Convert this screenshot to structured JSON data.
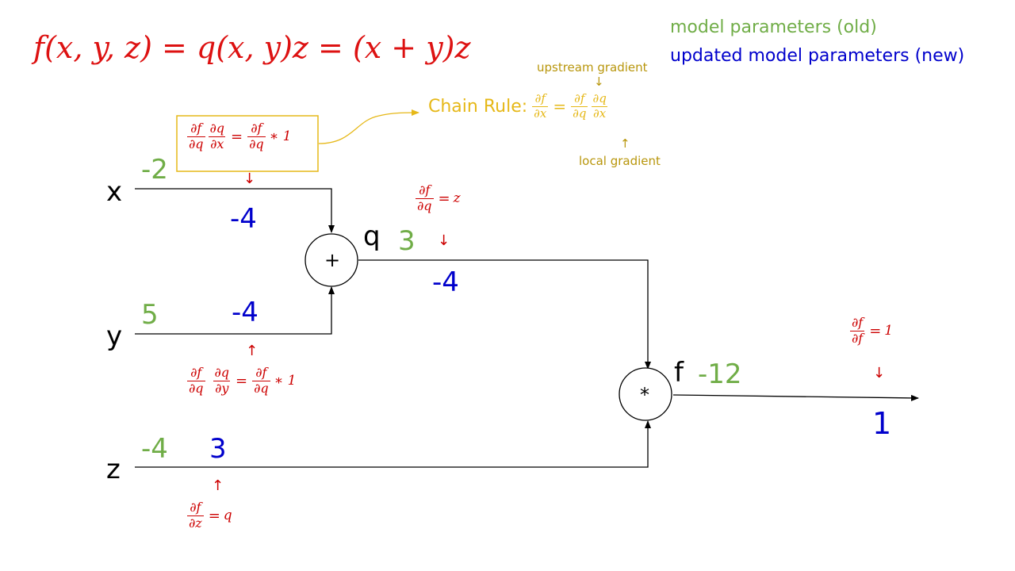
{
  "formula": "f(x, y, z) = q(x, y)z = (x + y)z",
  "legend": {
    "old": "model parameters (old)",
    "new": "updated model parameters (new)"
  },
  "colors": {
    "old": "#70ad47",
    "new": "#0000cc",
    "gradient": "#cc0000",
    "chain": "#e6b818",
    "chain_note": "#b8960c",
    "line": "#000000"
  },
  "chain_rule": {
    "label": "Chain Rule:",
    "lhs_num": "∂f",
    "lhs_den": "∂x",
    "r1_num": "∂f",
    "r1_den": "∂q",
    "r2_num": "∂q",
    "r2_den": "∂x",
    "upstream": "upstream gradient",
    "local": "local gradient",
    "arrow_down": "↓",
    "arrow_up": "↑"
  },
  "nodes": {
    "add": "+",
    "mul": "*"
  },
  "inputs": {
    "x": {
      "label": "x",
      "old": "-2",
      "new": "-4"
    },
    "y": {
      "label": "y",
      "old": "5",
      "new": "-4"
    },
    "z": {
      "label": "z",
      "old": "-4",
      "new": "3"
    }
  },
  "q": {
    "label": "q",
    "old": "3",
    "new": "-4"
  },
  "f": {
    "label": "f",
    "old": "-12",
    "new": "1"
  },
  "grads": {
    "dx": {
      "n1": "∂f",
      "d1": "∂q",
      "n2": "∂q",
      "d2": "∂x",
      "n3": "∂f",
      "d3": "∂q",
      "tail": "∗ 1",
      "arrow": "↓"
    },
    "dy": {
      "n1": "∂f",
      "d1": "∂q",
      "n2": "∂q",
      "d2": "∂y",
      "n3": "∂f",
      "d3": "∂q",
      "tail": "∗ 1",
      "arrow": "↑"
    },
    "dq": {
      "n": "∂f",
      "d": "∂q",
      "rhs": "z",
      "arrow": "↓"
    },
    "dz": {
      "n": "∂f",
      "d": "∂z",
      "rhs": "q",
      "arrow": "↑"
    },
    "df": {
      "n": "∂f",
      "d": "∂f",
      "rhs": "1",
      "arrow": "↓"
    }
  }
}
